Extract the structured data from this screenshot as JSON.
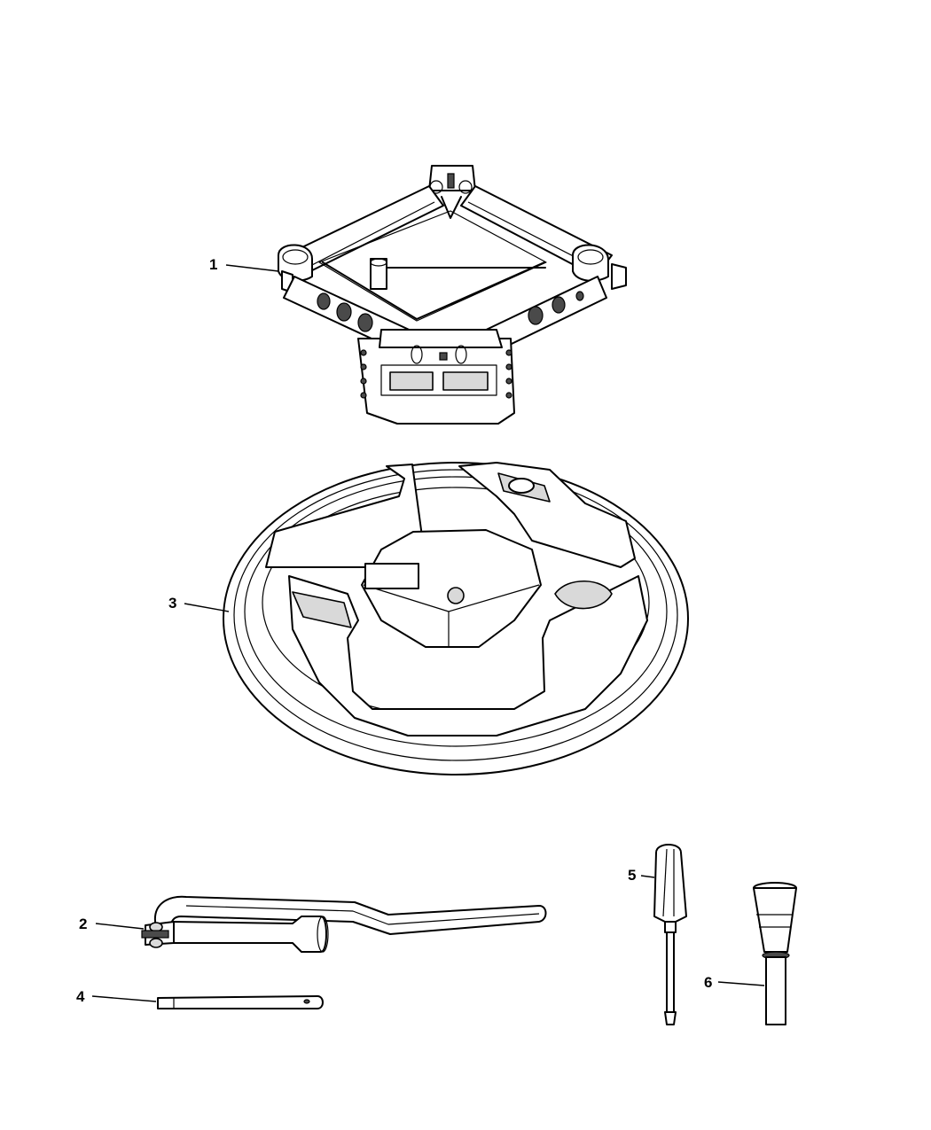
{
  "callouts": [
    {
      "id": "1",
      "label": "1"
    },
    {
      "id": "2",
      "label": "2"
    },
    {
      "id": "3",
      "label": "3"
    },
    {
      "id": "4",
      "label": "4"
    },
    {
      "id": "5",
      "label": "5"
    },
    {
      "id": "6",
      "label": "6"
    }
  ],
  "parts": [
    {
      "callout": "1",
      "icon": "scissor-jack-icon"
    },
    {
      "callout": "2",
      "icon": "lug-wrench-icon"
    },
    {
      "callout": "3",
      "icon": "spare-tire-tool-tray-icon"
    },
    {
      "callout": "4",
      "icon": "extension-bar-icon"
    },
    {
      "callout": "5",
      "icon": "screwdriver-icon"
    },
    {
      "callout": "6",
      "icon": "tool-handle-icon"
    }
  ]
}
